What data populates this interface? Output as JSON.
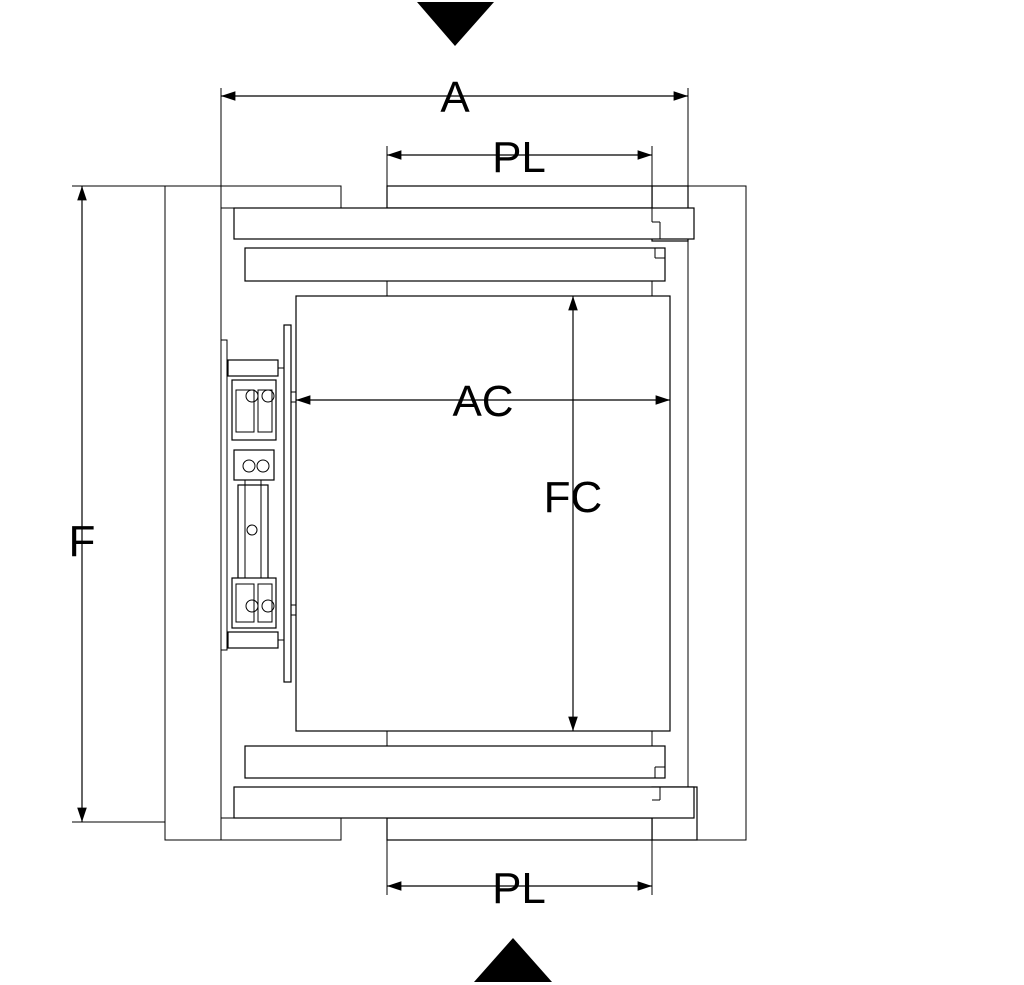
{
  "labels": {
    "shaft_width": "A",
    "door_width_top": "PL",
    "door_width_bottom": "PL",
    "car_width": "AC",
    "car_depth": "FC",
    "shaft_depth": "F"
  },
  "colors": {
    "line": "#000000",
    "background": "#ffffff"
  },
  "icons": {
    "top_arrow": "triangle-down-icon",
    "bottom_arrow": "triangle-up-icon"
  }
}
